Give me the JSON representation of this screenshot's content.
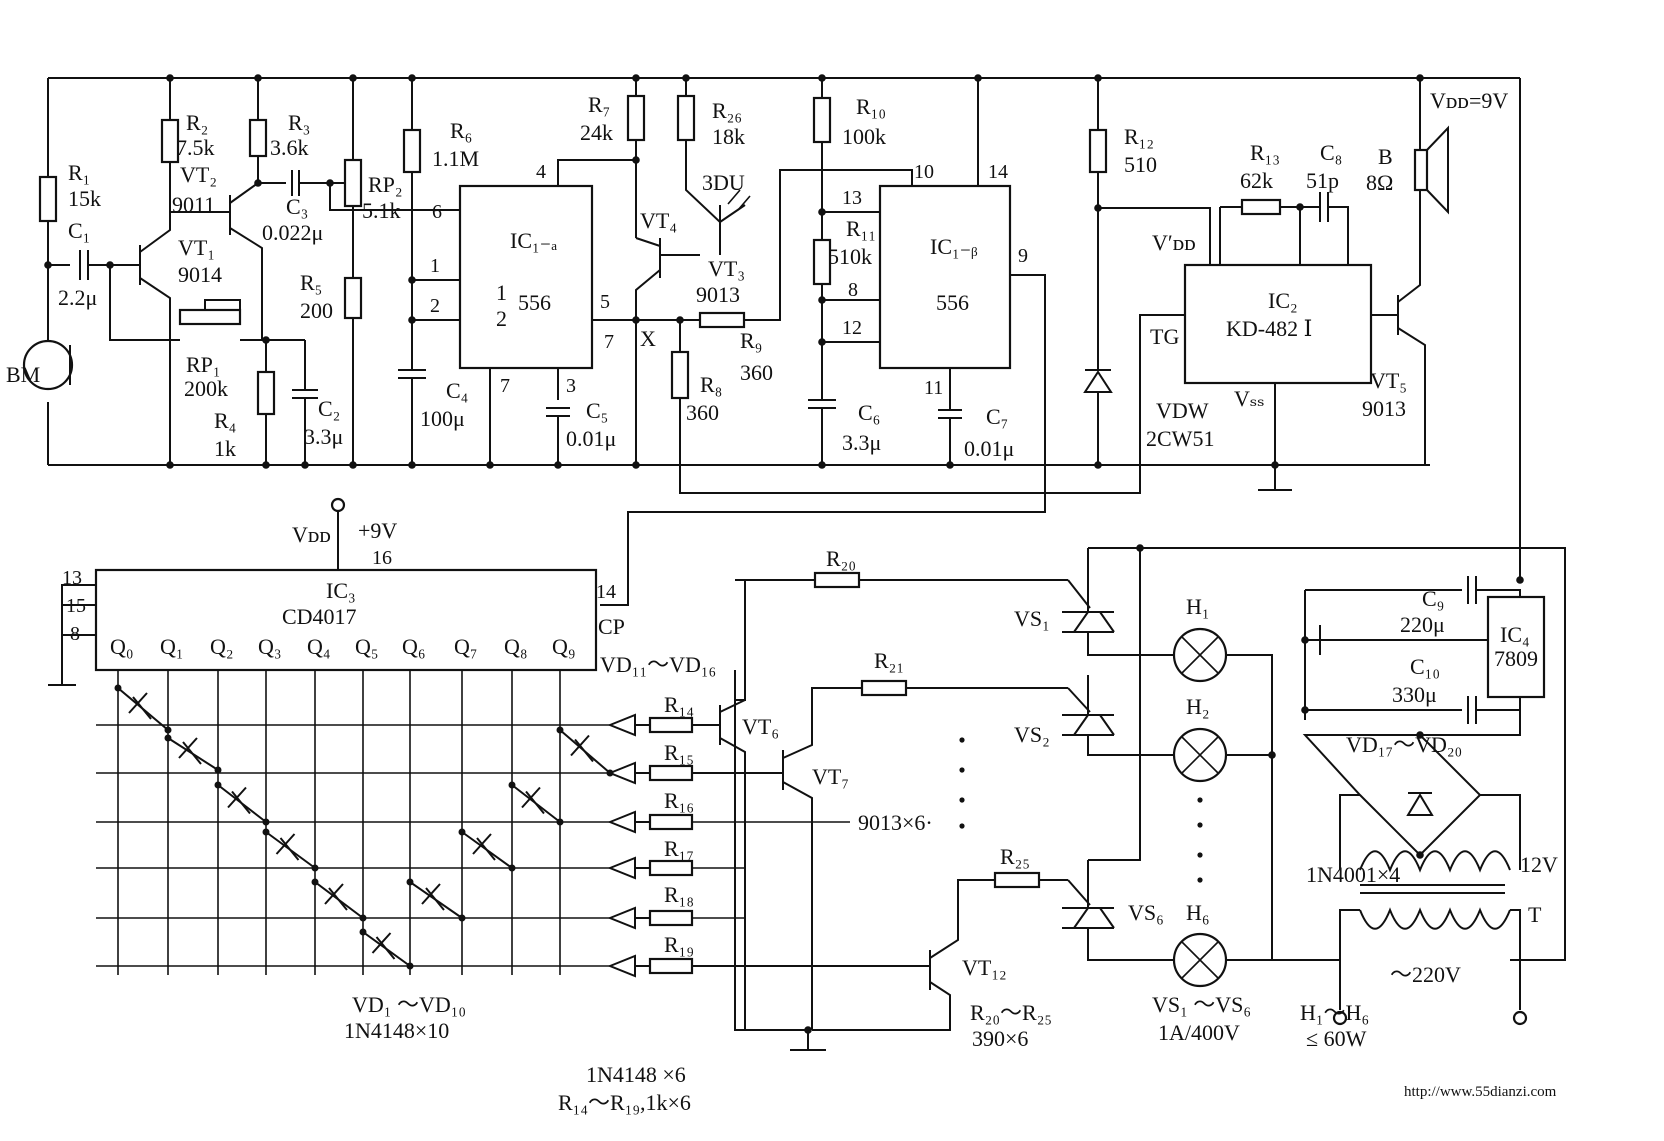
{
  "labels": {
    "R1": "R₁",
    "R1v": "15k",
    "C1": "C₁",
    "C1v": "2.2μ",
    "BM": "BM",
    "R2": "R₂",
    "R2v": "7.5k",
    "VT2": "VT₂",
    "VT2v": "9011",
    "VT1": "VT₁",
    "VT1v": "9014",
    "RP1": "RP₁",
    "RP1v": "200k",
    "R4": "R₄",
    "R4v": "1k",
    "R3": "R₃",
    "R3v": "3.6k",
    "C3": "C₃",
    "C3v": "0.022μ",
    "RP2": "RP₂",
    "RP2v": "5.1k",
    "R5": "R₅",
    "R5v": "200",
    "C2": "C₂",
    "C2v": "3.3μ",
    "R6": "R₆",
    "R6v": "1.1M",
    "C4": "C₄",
    "C4v": "100μ",
    "IC1a": "IC₁₋ₐ",
    "IC1a_t": "556",
    "C5": "C₅",
    "C5v": "0.01μ",
    "R7": "R₇",
    "R7v": "24k",
    "VT4": "VT₄",
    "R26": "R₂₆",
    "R26v": "18k",
    "DU3": "3DU",
    "VT3": "VT₃",
    "VT3v": "9013",
    "X": "X",
    "R9": "R₉",
    "R9v": "360",
    "R8": "R₈",
    "R8v": "360",
    "R10": "R₁₀",
    "R10v": "100k",
    "R11": "R₁₁",
    "R11v": "510k",
    "IC1b": "IC₁₋ᵦ",
    "IC1b_t": "556",
    "C6": "C₆",
    "C6v": "3.3μ",
    "C7": "C₇",
    "C7v": "0.01μ",
    "R12": "R₁₂",
    "R12v": "510",
    "VDW": "VDW",
    "VDWv": "2CW51",
    "R13": "R₁₃",
    "R13v": "62k",
    "C8": "C₈",
    "C8v": "51p",
    "B": "B",
    "Bv": "8Ω",
    "VDD9": "Vᴅᴅ=9V",
    "VDDp": "V′ᴅᴅ",
    "IC2": "IC₂",
    "IC2v": "KD-482 Ⅰ",
    "TG": "TG",
    "VSS": "Vₛₛ",
    "VT5": "VT₅",
    "VT5v": "9013",
    "VDD16": "Vᴅᴅ",
    "p9V": "+9V",
    "n16": "16",
    "IC3": "IC₃",
    "IC3v": "CD4017",
    "n14": "14",
    "CP": "CP",
    "n13": "13",
    "n15": "15",
    "n8": "8",
    "Q": [
      "Q₀",
      "Q₁",
      "Q₂",
      "Q₃",
      "Q₄",
      "Q₅",
      "Q₆",
      "Q₇",
      "Q₈",
      "Q₉"
    ],
    "VD1116": "VD₁₁～VD₁₆",
    "R14": "R₁₄",
    "R15": "R₁₅",
    "R16": "R₁₆",
    "R17": "R₁₇",
    "R18": "R₁₈",
    "R19": "R₁₉",
    "VT6": "VT₆",
    "VT7": "VT₇",
    "VT12": "VT₁₂",
    "R20": "R₂₀",
    "R21": "R₂₁",
    "R25": "R₂₅",
    "x9013": "9013×6·",
    "VS1": "VS₁",
    "VS2": "VS₂",
    "VS6": "VS₆",
    "H1": "H₁",
    "H2": "H₂",
    "H6": "H₆",
    "C9": "C₉",
    "C9v": "220μ",
    "C10": "C₁₀",
    "C10v": "330μ",
    "IC4": "IC₄",
    "IC4v": "7809",
    "VD1720": "VD₁₇～VD₂₀",
    "N4001": "1N4001×4",
    "v12": "12V",
    "T": "T",
    "v220": "～220V",
    "VD110": "VD₁ ～VD₁₀",
    "N4148x10": "1N4148×10",
    "N4148x6": "1N4148 ×6",
    "R1419": "R₁₄～R₁₉,1k×6",
    "R2025": "R₂₀～R₂₅",
    "x390": "390×6",
    "VS16": "VS₁ ～VS₆",
    "A400": "1A/400V",
    "H16": "H₁～H₆",
    "W60": "≤ 60W",
    "pin4": "4",
    "pin6": "6",
    "pin1": "1",
    "pin2": "2",
    "pin5": "5",
    "pin7a": "7",
    "pin7b": "7",
    "pin3": "3",
    "pin10": "10",
    "pin14b": "14",
    "pin13": "13",
    "pin9": "9",
    "pin8": "8",
    "pin12": "12",
    "pin11": "11",
    "half": "1",
    "half2": "2",
    "wm": "http://www.55dianzi.com"
  }
}
